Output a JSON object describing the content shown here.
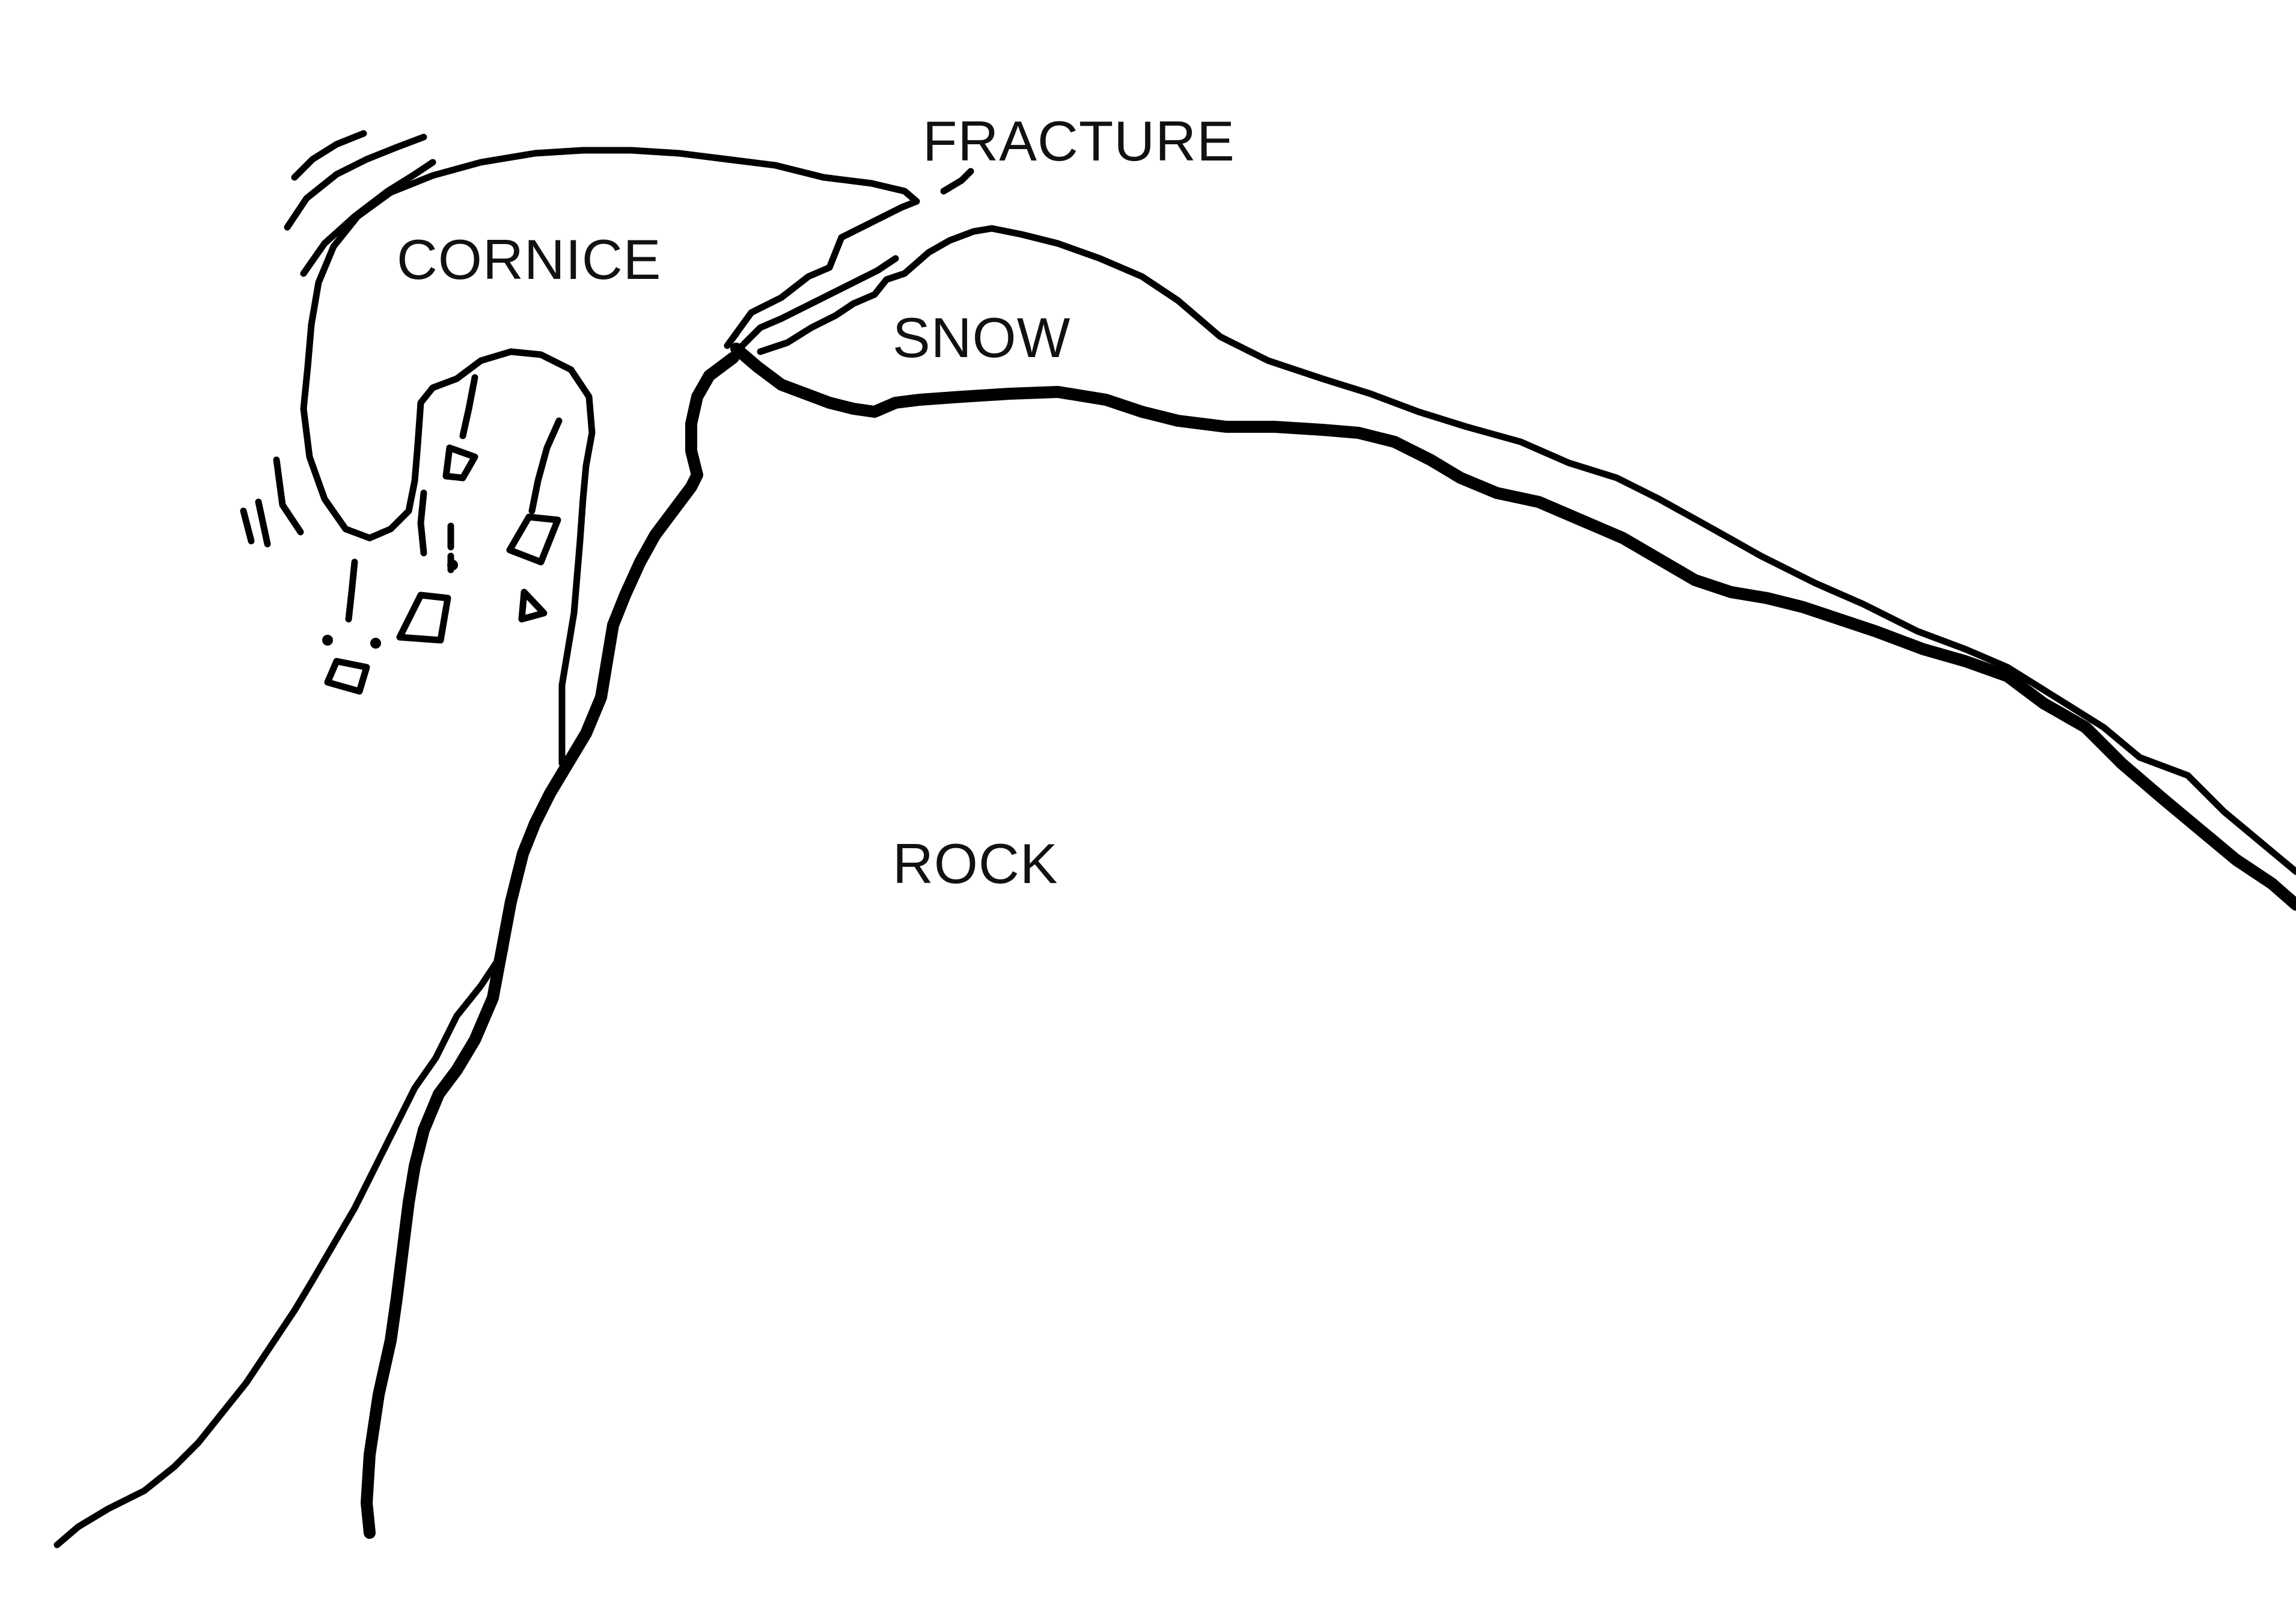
{
  "labels": {
    "fracture": "FRACTURE",
    "cornice": "CORNICE",
    "snow": "SNOW",
    "rock": "ROCK"
  },
  "colors": {
    "ink": "#000000",
    "paper": "#ffffff"
  }
}
